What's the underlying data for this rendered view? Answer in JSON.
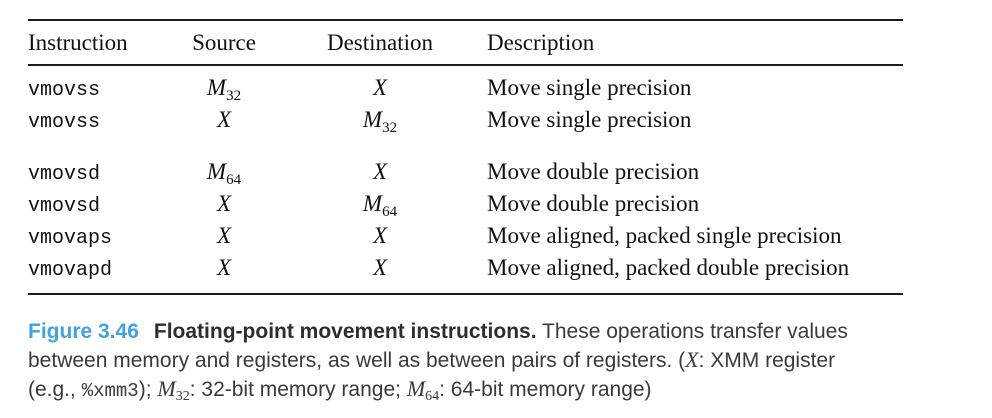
{
  "colors": {
    "figure_accent": "#3fa2e2",
    "caption_text": "#3a3a3a",
    "table_text": "#111111",
    "rule": "#1c1c1c",
    "background": "#ffffff"
  },
  "table": {
    "headers": {
      "instruction": "Instruction",
      "source": "Source",
      "destination": "Destination",
      "description": "Description"
    },
    "rows": [
      {
        "instruction": "vmovss",
        "source": {
          "main": "M",
          "sub": "32"
        },
        "destination": {
          "main": "X",
          "sub": ""
        },
        "description": "Move single precision"
      },
      {
        "instruction": "vmovss",
        "source": {
          "main": "X",
          "sub": ""
        },
        "destination": {
          "main": "M",
          "sub": "32"
        },
        "description": "Move single precision"
      },
      {
        "instruction": "vmovsd",
        "source": {
          "main": "M",
          "sub": "64"
        },
        "destination": {
          "main": "X",
          "sub": ""
        },
        "description": "Move double precision"
      },
      {
        "instruction": "vmovsd",
        "source": {
          "main": "X",
          "sub": ""
        },
        "destination": {
          "main": "M",
          "sub": "64"
        },
        "description": "Move double precision"
      },
      {
        "instruction": "vmovaps",
        "source": {
          "main": "X",
          "sub": ""
        },
        "destination": {
          "main": "X",
          "sub": ""
        },
        "description": "Move aligned, packed single precision"
      },
      {
        "instruction": "vmovapd",
        "source": {
          "main": "X",
          "sub": ""
        },
        "destination": {
          "main": "X",
          "sub": ""
        },
        "description": "Move aligned, packed double precision"
      }
    ]
  },
  "caption": {
    "figure_label": "Figure 3.46",
    "title": "Floating-point movement instructions.",
    "line1_rest": "These operations transfer values",
    "line2_part1": "between memory and registers, as well as between pairs of registers. (",
    "line2_x": "X",
    "line2_part2": ": XMM register",
    "line3_part1": "(e.g., ",
    "line3_reg": "%xmm3",
    "line3_part2": "); ",
    "line3_m32_main": "M",
    "line3_m32_sub": "32",
    "line3_part3": ": 32-bit memory range; ",
    "line3_m64_main": "M",
    "line3_m64_sub": "64",
    "line3_part4": ": 64-bit memory range)"
  }
}
